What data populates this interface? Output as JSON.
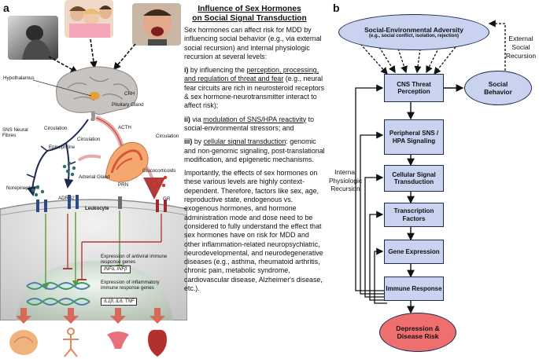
{
  "panel_a": {
    "letter": "a",
    "labels": {
      "hypothalamus": "Hypothalamus",
      "crh": "CRH",
      "pituitary": "Pituitary Gland",
      "acth": "ACTH",
      "circulation_left": "Circulation",
      "circulation_mid": "Circulation",
      "circulation_right": "Circulation",
      "sns": "SNS Neural Fibres",
      "epinephrine": "Epinephrine",
      "adrenal": "Adrenal Gland",
      "glucocorticoids": "Glucocorticoids",
      "norepinephrine": "Norepinephrine",
      "adrb2": "ADRB2",
      "prn": "PRN",
      "gr": "GR",
      "leukocyte": "Leukocyte",
      "antiviral_title": "Expression of antiviral immune response genes",
      "antiviral_genes": "INFα, INFβ",
      "inflammatory_title": "Expression of inflammatory immune response genes",
      "inflammatory_genes": "IL1β, IL6, TNF"
    }
  },
  "middle": {
    "title_line1": "Influence of Sex Hormones",
    "title_line2": "on Social Signal Transduction",
    "intro": "Sex hormones can affect risk for MDD by influencing social behavior (e.g., via external social recursion) and internal physiologic recursion at several levels:",
    "i_prefix": "i)",
    "i_lead": " by influencing the ",
    "i_underlined": "perception, processing, and regulation of threat and fear",
    "i_rest": " (e.g., neural fear circuits are rich in neurosteroid receptors & sex hormone-neurotransmitter interact to affect risk);",
    "ii_prefix": "ii)",
    "ii_lead": " via ",
    "ii_underlined": "modulation of SNS/HPA reactivity",
    "ii_rest": " to social-environmental stressors; and",
    "iii_prefix": "iii)",
    "iii_lead": " by ",
    "iii_underlined": "cellular signal transduction",
    "iii_rest": ": genomic and non-genomic signaling, post-translational modification, and epigenetic mechanisms.",
    "closing": "Importantly, the effects of sex hormones on these various levels are highly context-dependent. Therefore, factors like sex, age, reproductive state, endogenous vs. exogenous hormones, and hormone administration mode and dose need to be considered to fully understand the effect that sex hormones have on risk for MDD and other inflammation-related neuropsychiatric, neurodevelopmental, and neurodegenerative diseases (e.g., asthma, rheumatoid arthritis, chronic pain, metabolic syndrome, cardiovascular disease, Alzheimer's disease, etc.)."
  },
  "panel_b": {
    "letter": "b",
    "adversity_title": "Social-Environmental Adversity",
    "adversity_sub": "(e.g., social conflict, isolation, rejection)",
    "external_label": "External Social Recursion",
    "internal_label": "Internal Physiologic Recursion",
    "social_behavior": "Social Behavior",
    "boxes": [
      "CNS Threat Perception",
      "Peripheral SNS / HPA Signaling",
      "Cellular Signal Transduction",
      "Transcription Factors",
      "Gene Expression",
      "Immune Response"
    ],
    "outcome": "Depression & Disease Risk",
    "colors": {
      "box_fill": "#c9d3f0",
      "box_border": "#1d2a52",
      "outcome_fill": "#ef6f6f",
      "ellipse_fill": "#c9d3f0"
    }
  }
}
